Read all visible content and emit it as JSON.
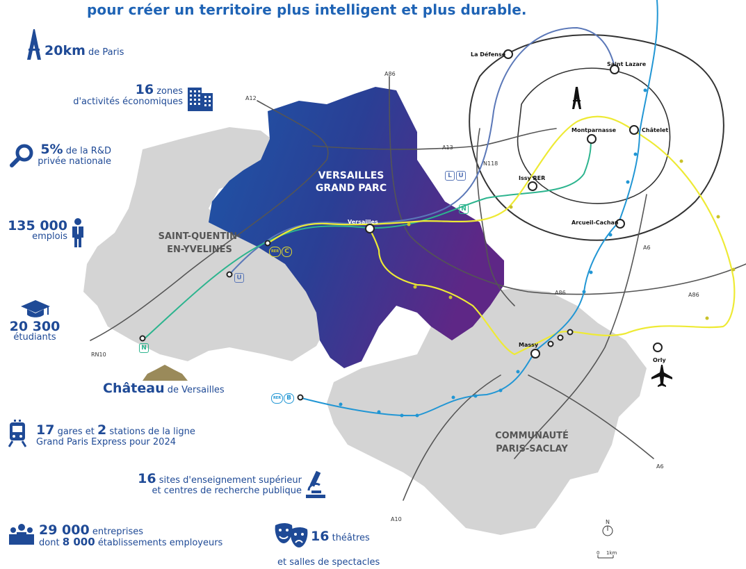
{
  "headline": "pour créer un territoire plus intelligent et plus durable.",
  "stats": {
    "paris": {
      "value": "20km",
      "text": "de Paris"
    },
    "zones": {
      "value": "16",
      "text1": "zones",
      "text2": "d'activités économiques"
    },
    "rd": {
      "value": "5%",
      "text1": "de la R&D",
      "text2": "privée nationale"
    },
    "emplois": {
      "value": "135 000",
      "text": "emplois"
    },
    "etudiants": {
      "value": "20 300",
      "text": "étudiants"
    },
    "chateau": {
      "value": "Château",
      "text": "de Versailles"
    },
    "gares": {
      "value1": "17",
      "text1": "gares et",
      "value2": "2",
      "text2": "stations de la ligne",
      "text3": "Grand Paris Express pour 2024"
    },
    "sites": {
      "value": "16",
      "text1": "sites d'enseignement supérieur",
      "text2": "et centres de recherche publique"
    },
    "entreprises": {
      "value1": "29 000",
      "text1": "entreprises",
      "pre2": "dont",
      "value2": "8 000",
      "text2": "établissements employeurs"
    },
    "theatres": {
      "value": "16",
      "text1": "théâtres",
      "text2": "et salles de spectacles"
    }
  },
  "regions": {
    "vgp": [
      "VERSAILLES",
      "GRAND PARC"
    ],
    "sqy": [
      "SAINT-QUENTIN-",
      "EN-YVELINES"
    ],
    "saclay": [
      "COMMUNAUTÉ",
      "PARIS-SACLAY"
    ]
  },
  "stations": {
    "la_defense": "La Défense",
    "saint_lazare": "Saint Lazare",
    "montparnasse": "Montparnasse",
    "chatelet": "Châtelet",
    "issy": "Issy RER",
    "arcueil": "Arcueil-Cachan",
    "versailles": "Versailles",
    "massy": "Massy",
    "orly": "Orly"
  },
  "roads": {
    "a86_top": "A86",
    "a12": "A12",
    "a13": "A13",
    "n118": "N118",
    "a6_right": "A6",
    "a86_mid": "A86",
    "a86_right": "A86",
    "rn10": "RN10",
    "a10": "A10",
    "a6_bottom": "A6"
  },
  "line_badges": {
    "l": "L",
    "u": "U",
    "n_top": "N",
    "u_bottom": "U",
    "rer": "RER",
    "c": "C",
    "n_bottom": "N",
    "rer_b": "RER",
    "b": "B"
  },
  "compass": {
    "north": "N",
    "scale_zero": "0",
    "scale_km": "1km"
  },
  "colors": {
    "brand_blue": "#1f4a96",
    "title_blue": "#1e63b5",
    "territory_gray": "#d3d3d3",
    "vgp_dark": "#1e4f9e",
    "vgp_purple": "#5b2a86",
    "rer_b": "#2196d4",
    "line_n": "#2cb48e",
    "rer_c": "#f2e635",
    "line_u": "#5b78b8"
  }
}
